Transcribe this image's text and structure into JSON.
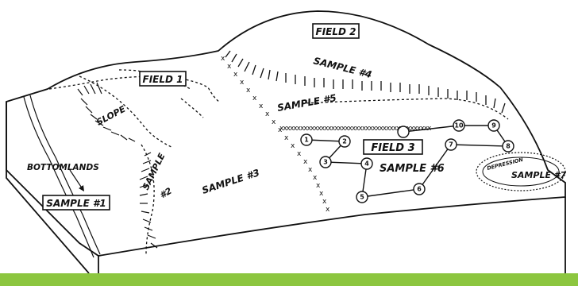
{
  "labels": {
    "field1": "FIELD 1",
    "field2": "FIELD 2",
    "field3": "FIELD 3",
    "slope": "SLOPE",
    "bottomlands": "BOTTOMLANDS",
    "sample1": "SAMPLE #1",
    "sample2_line1": "SAMPLE",
    "sample2_line2": "#2",
    "sample3": "SAMPLE #3",
    "sample4": "SAMPLE #4",
    "sample5": "SAMPLE #5",
    "sample6": "SAMPLE #6",
    "sample7": "SAMPLE #7",
    "depression": "DEPRESSION"
  },
  "sample_points": [
    "1",
    "2",
    "3",
    "4",
    "5",
    "6",
    "7",
    "8",
    "9",
    "10"
  ],
  "colors": {
    "band": "#8cc63f",
    "ink": "#111111",
    "background": "#ffffff"
  }
}
